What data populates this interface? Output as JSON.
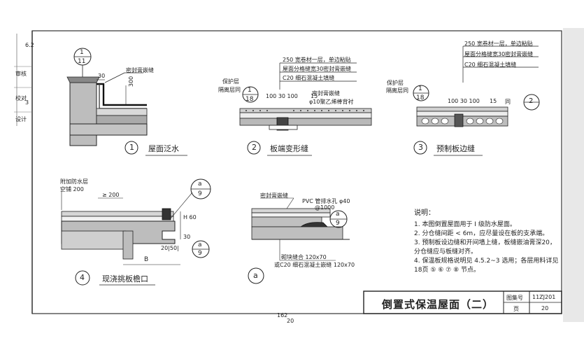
{
  "margin": {
    "left_marks": [
      "审核",
      "校对",
      "设计"
    ],
    "left_small": [
      "6.2",
      "3"
    ]
  },
  "details": {
    "d1": {
      "ref_top": "1",
      "ref_bottom": "11",
      "dim": "30",
      "dim2": "300",
      "label_sealant": "密封膏嵌缝",
      "num": "1",
      "caption": "屋面泛水"
    },
    "d2": {
      "ref_top": "1",
      "ref_bottom": "18",
      "protect": "保护层",
      "isolate": "隔离层同",
      "note1": "250 宽卷材一层，单边粘贴",
      "note2": "屋面分格缝宽30密封膏嵌缝",
      "note3": "C20 细石混凝土填缝",
      "dims": "100 30 100",
      "d15": "15",
      "seal": "密封膏嵌缝",
      "rod": "φ10聚乙烯棒背衬",
      "num": "2",
      "caption": "板端变形缝"
    },
    "d3": {
      "ref_top": "1",
      "ref_bottom": "18",
      "protect": "保护层",
      "isolate": "隔离层同",
      "note1": "250 宽卷材一层，单边粘贴",
      "note2": "屋面分格缝宽30密封膏嵌缝",
      "note3": "C20 细石混凝土填缝",
      "dims": "100 30 100",
      "d15": "15",
      "tong": "同",
      "ref_side": "2",
      "num": "3",
      "caption": "预制板边缝"
    },
    "d4": {
      "add_layer": "附加防水层",
      "gap": "空铺 200",
      "dim200": "≥ 200",
      "ref_top": "a",
      "ref_bottom": "9",
      "ref2_top": "a",
      "ref2_bottom": "9",
      "h": "H 60",
      "d30": "30",
      "d20": "20|50|",
      "b": "B",
      "num": "4",
      "caption": "现浇挑板檐口"
    },
    "da": {
      "seal": "密封膏嵌缝",
      "pvc": "PVC 管排水孔 φ40",
      "pvc2": "@1000",
      "ref_top": "a",
      "ref_bottom": "9",
      "block": "砌块缝合 120x70",
      "c20": "或C20 细石混凝土嵌缝 120x70",
      "num": "a"
    }
  },
  "notes": {
    "head": "说明：",
    "items": [
      "1.  本图倒置屋面用于 I 级防水屋面。",
      "2.  分仓缝间距 < 6m，应尽量设在板的支承端。",
      "3.  预制板设边缝和开间墙上缝，板缝嵌油膏深20，",
      "     分仓缝应与板缝对齐。",
      "4.  保温板规格说明见 4.5.2~3 选用；各层用料详见",
      "     18页 ⑤ ⑥ ⑦ ⑧ 节点。"
    ]
  },
  "title_block": {
    "title": "倒置式保温屋面（二）",
    "atlas_label": "图集号",
    "atlas_no": "11ZJ201",
    "page_label": "页",
    "page_no": "20"
  },
  "footer": {
    "page_small": "162",
    "page_bottom": "20"
  }
}
